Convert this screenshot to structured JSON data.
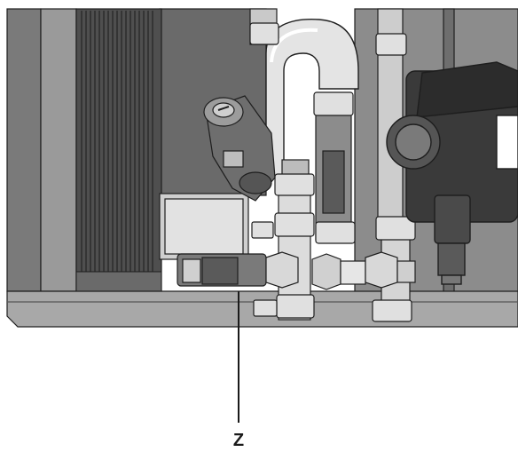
{
  "figure": {
    "callout_label": "Z",
    "colors": {
      "frame": "#4d4d4d",
      "panel_dark": "#5e5e5e",
      "panel_mid": "#8a8a8a",
      "metal_light": "#e6e6e6",
      "metal_mid": "#bdbdbd",
      "pump_dark": "#3a3a3a",
      "outline": "#1e1e1e",
      "leader_line": "#1a1a1a",
      "background": "#ffffff"
    },
    "components": [
      "plate-heat-exchanger",
      "pressure-relief-valve",
      "bent-pipe",
      "circulation-pump",
      "pipe-fittings",
      "filter-cartridge"
    ]
  }
}
